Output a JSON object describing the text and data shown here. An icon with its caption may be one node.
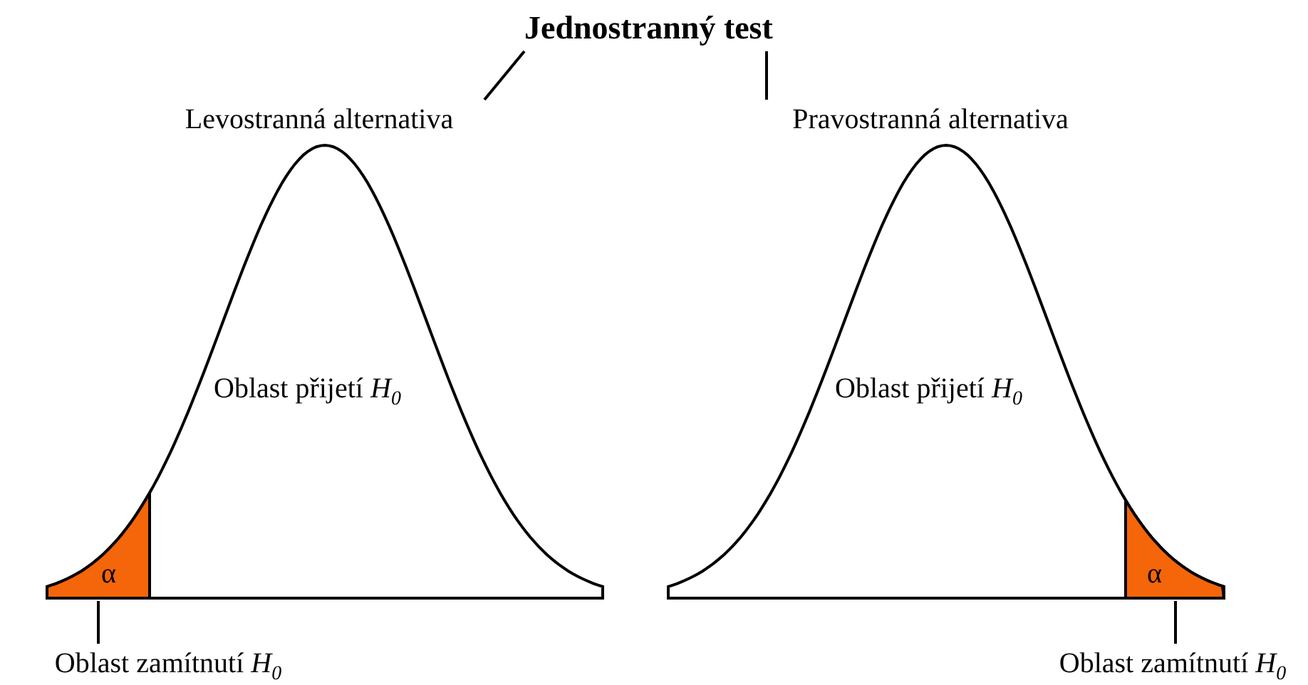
{
  "diagram": {
    "nodes": [
      {
        "text": [
          "Jednostranný test"
        ]
      },
      {
        "text": [
          "Levostranná alternativa"
        ]
      },
      {
        "text": [
          "Pravostranná alternativa"
        ]
      },
      {
        "text": [
          "Oblast přijetí *H*$_{0}$"
        ]
      },
      {
        "text": [
          "α"
        ],
        "in": 3
      },
      {
        "text": [
          "Oblast zamítnutí *H*$_{0}$"
        ]
      },
      {
        "text": [
          "Oblast přijetí *H*$_{0}$"
        ]
      },
      {
        "text": [
          "α"
        ],
        "in": 6
      },
      {
        "text": [
          "Oblast zamítnutí *H*$_{0}$"
        ]
      }
    ],
    "edges": [
      {
        "from": 0,
        "to": 1,
        "arrow": "none"
      },
      {
        "from": 0,
        "to": 2,
        "arrow": "none"
      },
      {
        "from": 5,
        "to": 4,
        "arrow": "none"
      },
      {
        "from": 8,
        "to": 7,
        "arrow": "none"
      }
    ]
  }
}
